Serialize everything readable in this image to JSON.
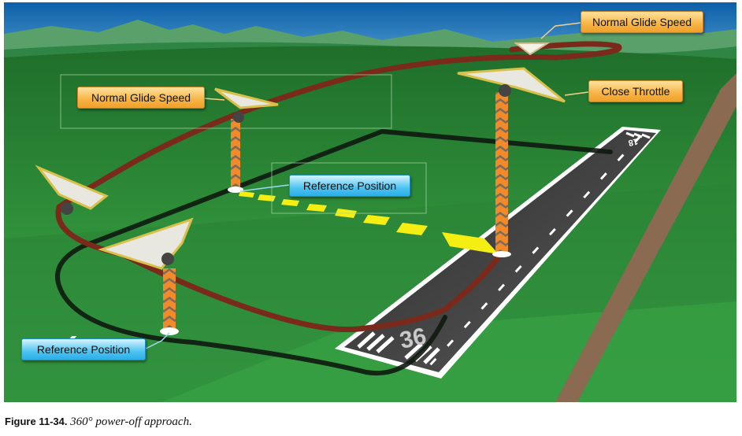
{
  "labels": {
    "glide_speed_top": "Normal Glide Speed",
    "glide_speed_left": "Normal Glide Speed",
    "close_throttle": "Close Throttle",
    "ref_position_center": "Reference Position",
    "ref_position_left": "Reference Position"
  },
  "runway": {
    "near_number": "36",
    "far_number": "18"
  },
  "caption": {
    "figure": "Figure 11-34.",
    "title": "360° power-off approach."
  },
  "colors": {
    "sky": "#1e7bc0",
    "grass": "#2f8f3a",
    "flight_path": "#7a2a1a",
    "ground_track": "#111111",
    "pole_orange": "#f08a2a",
    "reference_yellow": "#f5ee12"
  }
}
